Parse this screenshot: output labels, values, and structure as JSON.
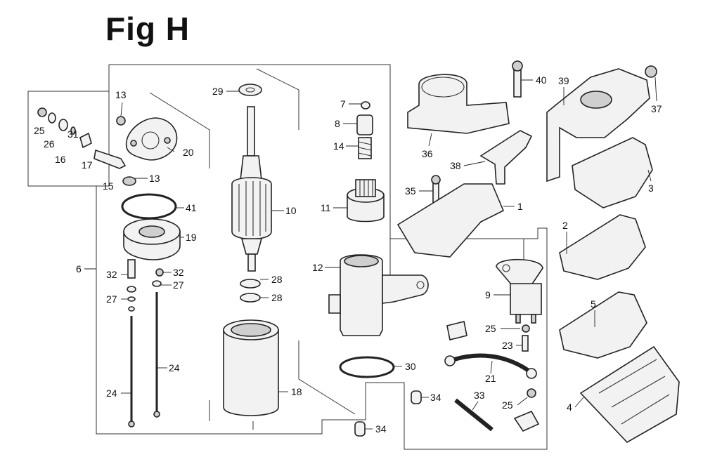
{
  "title": "Fig H",
  "callouts": [
    {
      "id": "c-13a",
      "label": "13"
    },
    {
      "id": "c-13b",
      "label": "13"
    },
    {
      "id": "c-20",
      "label": "20"
    },
    {
      "id": "c-25a",
      "label": "25"
    },
    {
      "id": "c-26",
      "label": "26"
    },
    {
      "id": "c-31",
      "label": "31"
    },
    {
      "id": "c-16",
      "label": "16"
    },
    {
      "id": "c-17",
      "label": "17"
    },
    {
      "id": "c-15",
      "label": "15"
    },
    {
      "id": "c-41",
      "label": "41"
    },
    {
      "id": "c-19",
      "label": "19"
    },
    {
      "id": "c-6",
      "label": "6"
    },
    {
      "id": "c-32a",
      "label": "32"
    },
    {
      "id": "c-32b",
      "label": "32"
    },
    {
      "id": "c-27a",
      "label": "27"
    },
    {
      "id": "c-27b",
      "label": "27"
    },
    {
      "id": "c-24a",
      "label": "24"
    },
    {
      "id": "c-24b",
      "label": "24"
    },
    {
      "id": "c-29",
      "label": "29"
    },
    {
      "id": "c-10",
      "label": "10"
    },
    {
      "id": "c-28a",
      "label": "28"
    },
    {
      "id": "c-28b",
      "label": "28"
    },
    {
      "id": "c-18",
      "label": "18"
    },
    {
      "id": "c-7",
      "label": "7"
    },
    {
      "id": "c-8",
      "label": "8"
    },
    {
      "id": "c-14",
      "label": "14"
    },
    {
      "id": "c-11",
      "label": "11"
    },
    {
      "id": "c-12",
      "label": "12"
    },
    {
      "id": "c-30",
      "label": "30"
    },
    {
      "id": "c-34a",
      "label": "34"
    },
    {
      "id": "c-34b",
      "label": "34"
    },
    {
      "id": "c-33",
      "label": "33"
    },
    {
      "id": "c-36",
      "label": "36"
    },
    {
      "id": "c-40",
      "label": "40"
    },
    {
      "id": "c-38",
      "label": "38"
    },
    {
      "id": "c-35",
      "label": "35"
    },
    {
      "id": "c-1",
      "label": "1"
    },
    {
      "id": "c-39",
      "label": "39"
    },
    {
      "id": "c-37",
      "label": "37"
    },
    {
      "id": "c-3",
      "label": "3"
    },
    {
      "id": "c-2",
      "label": "2"
    },
    {
      "id": "c-5",
      "label": "5"
    },
    {
      "id": "c-4",
      "label": "4"
    },
    {
      "id": "c-9",
      "label": "9"
    },
    {
      "id": "c-25b",
      "label": "25"
    },
    {
      "id": "c-23",
      "label": "23"
    },
    {
      "id": "c-21",
      "label": "21"
    },
    {
      "id": "c-25c",
      "label": "25"
    }
  ]
}
